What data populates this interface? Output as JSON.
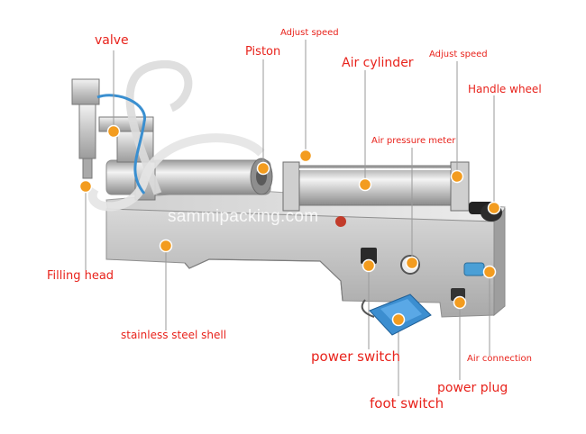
{
  "watermark": "sammipacking.com",
  "labels": {
    "valve": "valve",
    "piston": "Piston",
    "adjust_speed_1": "Adjust speed",
    "air_cylinder": "Air cylinder",
    "adjust_speed_2": "Adjust speed",
    "handle_wheel": "Handle wheel",
    "air_pressure_meter": "Air pressure meter",
    "filling_head": "Filling head",
    "stainless_steel_shell": "stainless steel shell",
    "power_switch": "power switch",
    "air_connection": "Air connection",
    "power_plug": "power plug",
    "foot_switch": "foot switch"
  },
  "colors": {
    "label_text": "#e8231c",
    "marker_orange": "#f39c1f",
    "leader_line": "#9a9a9a",
    "steel": "#c9c9c9"
  }
}
